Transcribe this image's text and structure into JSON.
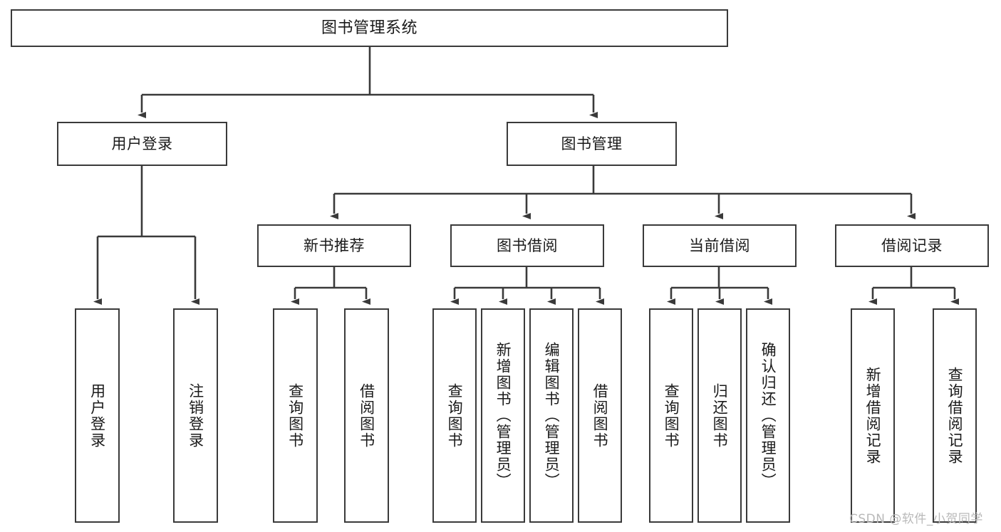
{
  "diagram": {
    "type": "tree-hierarchy",
    "title": "图书管理系统",
    "colors": {
      "box_border": "#3a3a3a",
      "box_fill": "#ffffff",
      "connector": "#3a3a3a",
      "text": "#1a1a1a",
      "watermark": "#b9b9b9",
      "background": "#ffffff"
    },
    "root": {
      "label": "图书管理系统"
    },
    "level2": [
      {
        "id": "user-login",
        "label": "用户登录"
      },
      {
        "id": "book-management",
        "label": "图书管理"
      }
    ],
    "level3": [
      {
        "id": "new-book-recommend",
        "label": "新书推荐",
        "parent": "book-management"
      },
      {
        "id": "book-borrow",
        "label": "图书借阅",
        "parent": "book-management"
      },
      {
        "id": "current-borrow",
        "label": "当前借阅",
        "parent": "book-management"
      },
      {
        "id": "borrow-record",
        "label": "借阅记录",
        "parent": "book-management"
      }
    ],
    "leaves": {
      "user-login": [
        {
          "id": "leaf-user-login",
          "label": "用户登录"
        },
        {
          "id": "leaf-logout",
          "label": "注销登录"
        }
      ],
      "new-book-recommend": [
        {
          "id": "leaf-query-book-1",
          "label": "查询图书"
        },
        {
          "id": "leaf-borrow-book-1",
          "label": "借阅图书"
        }
      ],
      "book-borrow": [
        {
          "id": "leaf-query-book-2",
          "label": "查询图书"
        },
        {
          "id": "leaf-add-book",
          "label": "新增图书（管理员）"
        },
        {
          "id": "leaf-edit-book",
          "label": "编辑图书（管理员）"
        },
        {
          "id": "leaf-borrow-book-2",
          "label": "借阅图书"
        }
      ],
      "current-borrow": [
        {
          "id": "leaf-query-book-3",
          "label": "查询图书"
        },
        {
          "id": "leaf-return-book",
          "label": "归还图书"
        },
        {
          "id": "leaf-confirm-return",
          "label": "确认归还（管理员）"
        }
      ],
      "borrow-record": [
        {
          "id": "leaf-add-record",
          "label": "新增借阅记录"
        },
        {
          "id": "leaf-query-record",
          "label": "查询借阅记录"
        }
      ]
    }
  },
  "watermark": {
    "text": "CSDN @软件_小贺同学"
  }
}
